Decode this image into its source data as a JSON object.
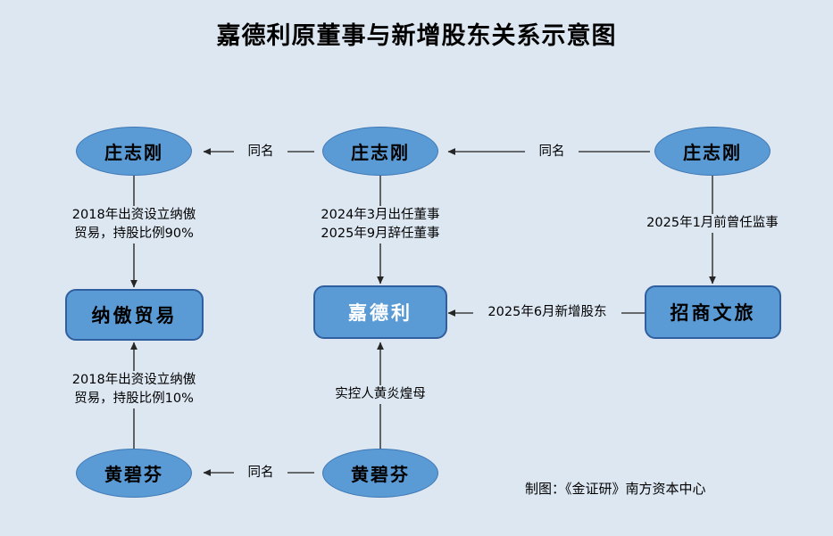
{
  "title": "嘉德利原董事与新增股东关系示意图",
  "colors": {
    "background": "#dde7f2",
    "node_fill": "#5b9bd5",
    "ellipse_stroke": "#3f78b5",
    "rect_stroke": "#2f5f9e",
    "edge_stroke": "#404040",
    "text_dark": "#000000",
    "text_light": "#ffffff"
  },
  "nodes": {
    "zhuang_left": {
      "label": "庄志刚",
      "shape": "ellipse"
    },
    "zhuang_mid": {
      "label": "庄志刚",
      "shape": "ellipse"
    },
    "zhuang_right": {
      "label": "庄志刚",
      "shape": "ellipse"
    },
    "naao": {
      "label": "纳傲贸易",
      "shape": "rect"
    },
    "jiadeli": {
      "label": "嘉德利",
      "shape": "rect"
    },
    "zhaoshang": {
      "label": "招商文旅",
      "shape": "rect"
    },
    "huang_left": {
      "label": "黄碧芬",
      "shape": "ellipse"
    },
    "huang_mid": {
      "label": "黄碧芬",
      "shape": "ellipse"
    }
  },
  "edges": {
    "tongming_left": "同名",
    "tongming_right": "同名",
    "tongming_bottom": "同名",
    "naao_90": "2018年出资设立纳傲\n贸易，持股比例90%",
    "naao_10": "2018年出资设立纳傲\n贸易，持股比例10%",
    "director_terms": "2024年3月出任董事\n2025年9月辞任董事",
    "supervisor": "2025年1月前曾任监事",
    "new_shareholder": "2025年6月新增股东",
    "controller_mother": "实控人黄炎煌母"
  },
  "credit": "制图：《金证研》南方资本中心"
}
